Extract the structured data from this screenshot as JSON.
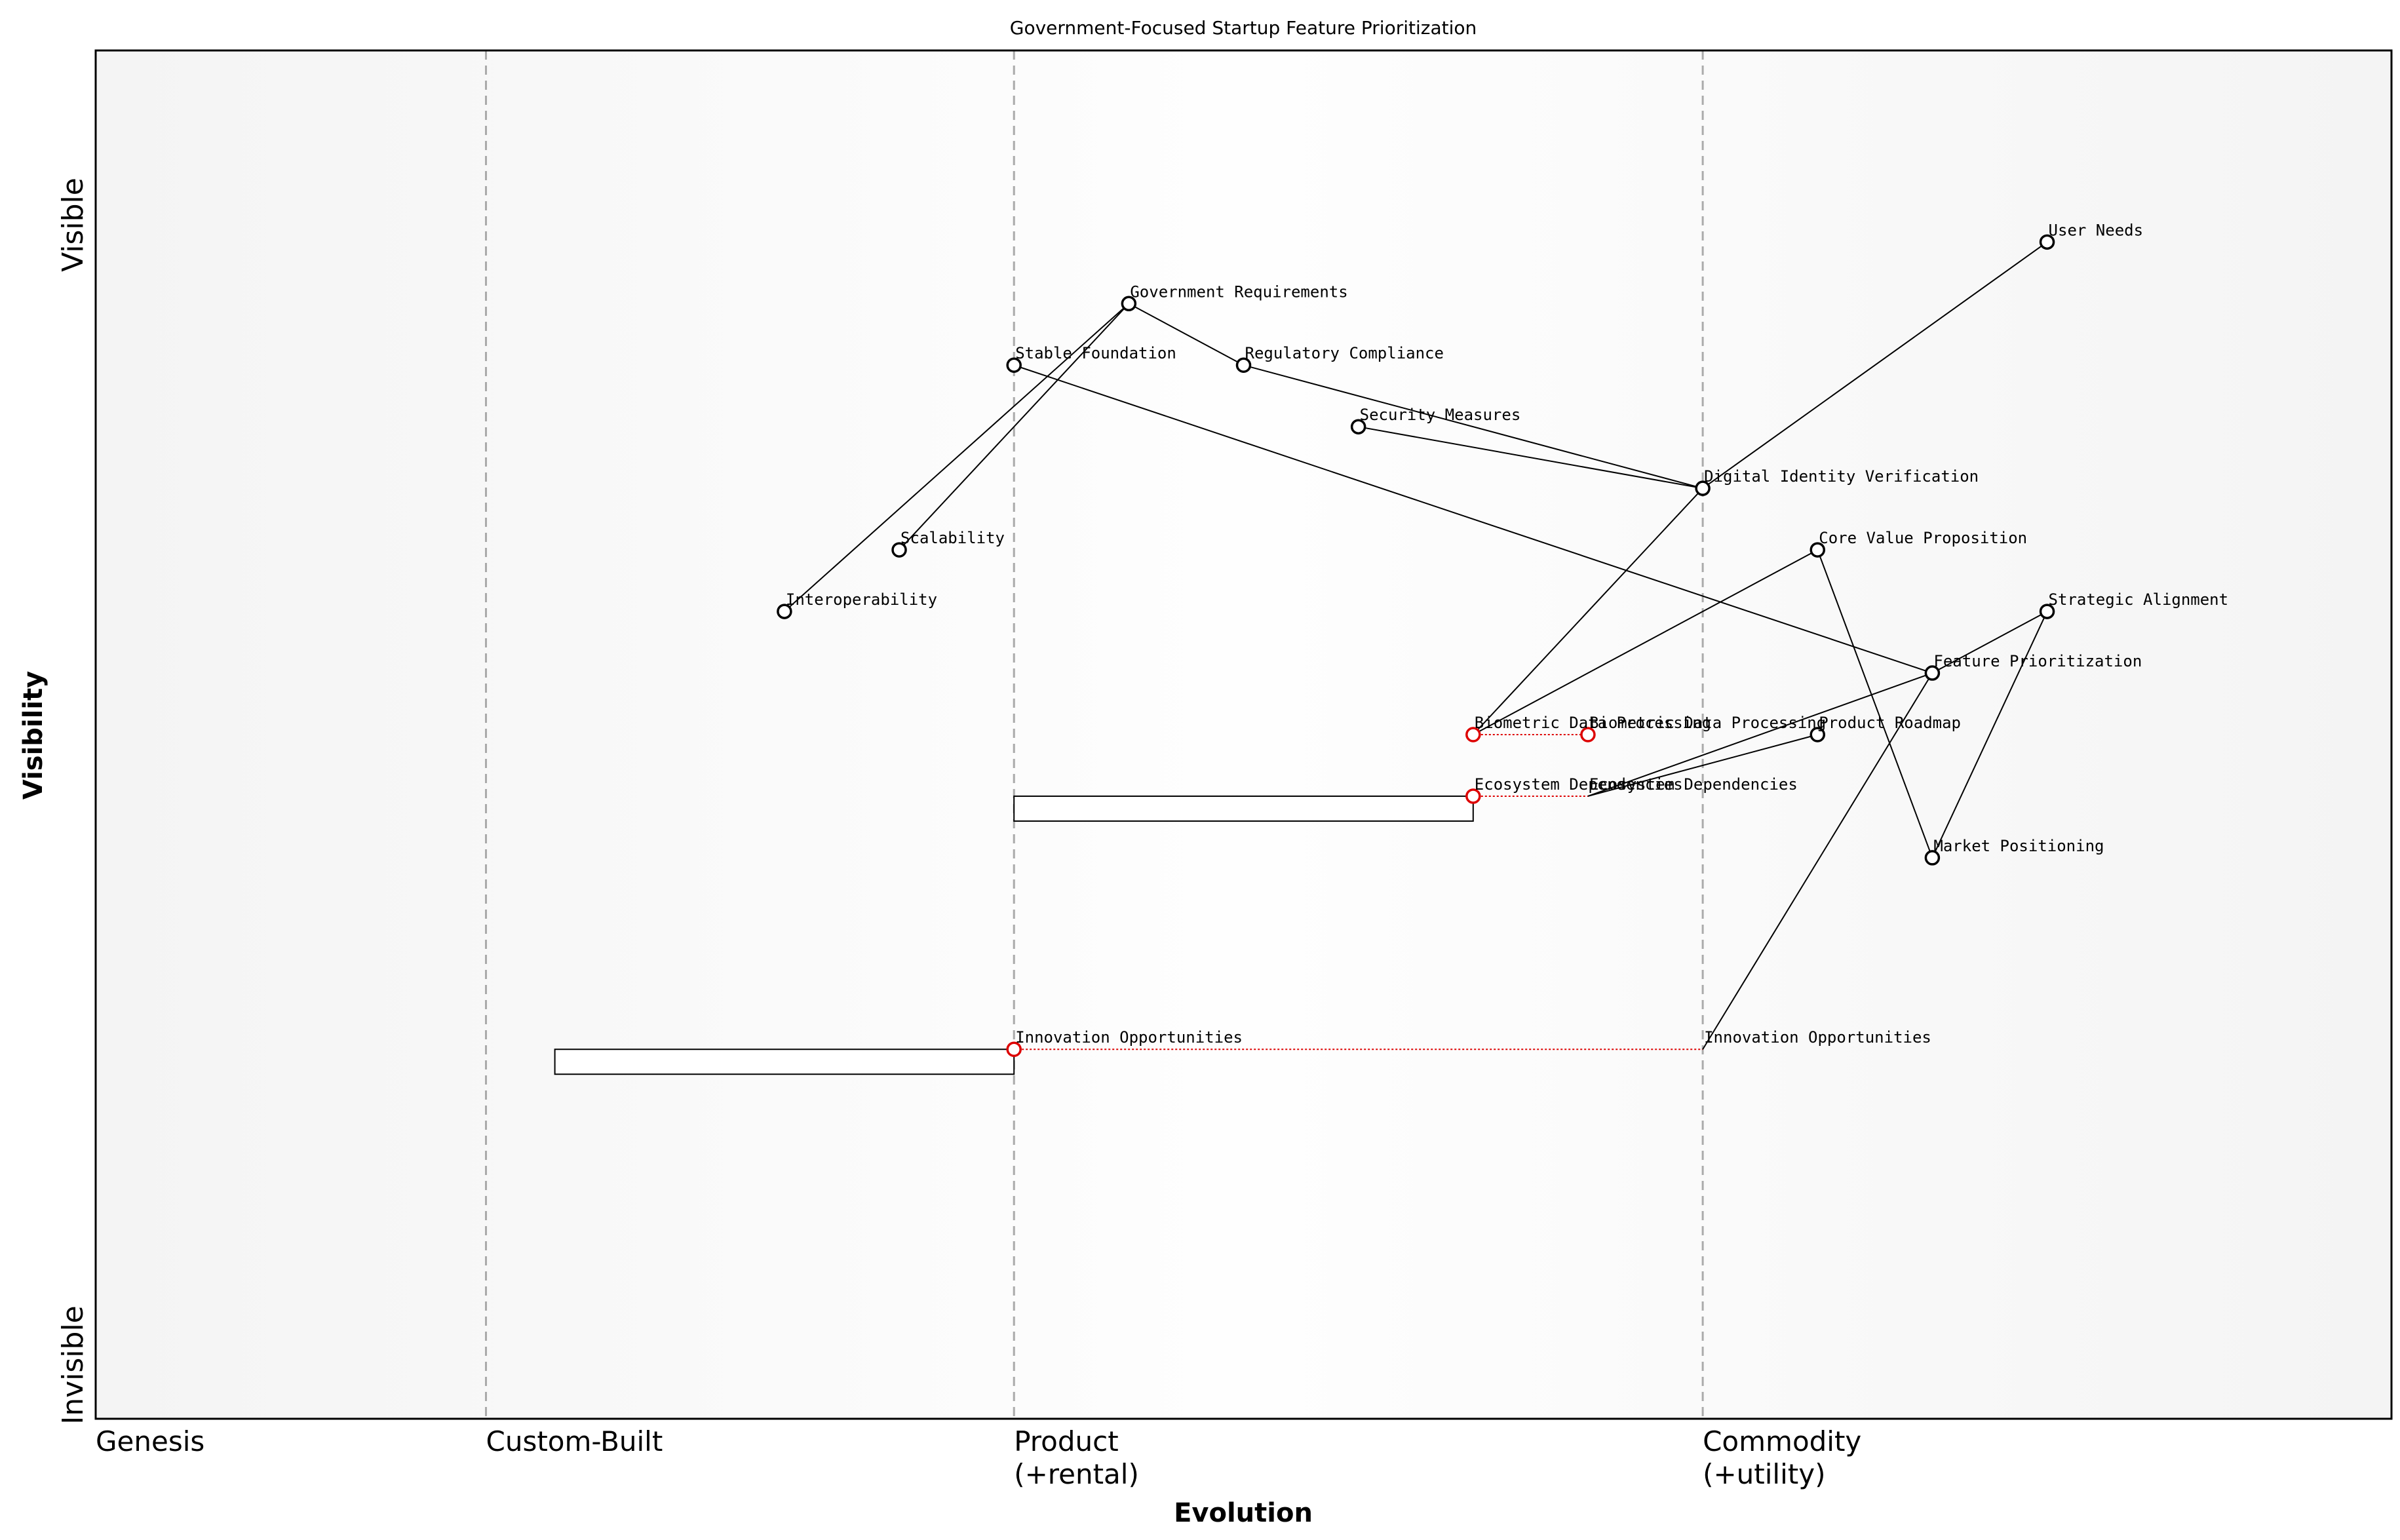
{
  "title": "Government-Focused Startup Feature Prioritization",
  "x_axis_label": "Evolution",
  "y_axis_label": "Visibility",
  "y_top_label": "Visible",
  "y_bottom_label": "Invisible",
  "stages": [
    {
      "name": "Genesis",
      "x": 0.0
    },
    {
      "name": "Custom-Built",
      "x": 0.17
    },
    {
      "name": "Product\n(+rental)",
      "x": 0.4
    },
    {
      "name": "Commodity\n(+utility)",
      "x": 0.7
    }
  ],
  "colors": {
    "frame": "#000000",
    "divider": "#aaaaaa",
    "node": "#000000",
    "evolving_node": "#dd0000",
    "evolve_line": "#dd0000",
    "background_light": "#fdfdfd",
    "background_dark": "#f4f4f4"
  },
  "chart_data": {
    "type": "wardley-map",
    "xlim": [
      0,
      1
    ],
    "ylim": [
      0,
      1
    ],
    "components": [
      {
        "name": "User Needs",
        "x": 0.85,
        "y": 0.86
      },
      {
        "name": "Government Requirements",
        "x": 0.45,
        "y": 0.815
      },
      {
        "name": "Stable Foundation",
        "x": 0.4,
        "y": 0.77
      },
      {
        "name": "Regulatory Compliance",
        "x": 0.5,
        "y": 0.77
      },
      {
        "name": "Security Measures",
        "x": 0.55,
        "y": 0.725
      },
      {
        "name": "Digital Identity Verification",
        "x": 0.7,
        "y": 0.68
      },
      {
        "name": "Scalability",
        "x": 0.35,
        "y": 0.635
      },
      {
        "name": "Core Value Proposition",
        "x": 0.75,
        "y": 0.635
      },
      {
        "name": "Interoperability",
        "x": 0.3,
        "y": 0.59
      },
      {
        "name": "Strategic Alignment",
        "x": 0.85,
        "y": 0.59
      },
      {
        "name": "Feature Prioritization",
        "x": 0.8,
        "y": 0.545
      },
      {
        "name": "Biometric Data Processing",
        "x": 0.6,
        "y": 0.5,
        "evolve_to": 0.65
      },
      {
        "name": "Product Roadmap",
        "x": 0.75,
        "y": 0.5
      },
      {
        "name": "Ecosystem Dependencies",
        "x": 0.6,
        "y": 0.455,
        "evolve_to": 0.65,
        "inertia": [
          0.4,
          0.6
        ]
      },
      {
        "name": "Market Positioning",
        "x": 0.8,
        "y": 0.41
      },
      {
        "name": "Innovation Opportunities",
        "x": 0.4,
        "y": 0.27,
        "evolve_to": 0.7,
        "inertia": [
          0.2,
          0.4
        ]
      }
    ],
    "evolved_labels": [
      {
        "name": "Biometric Data Processing",
        "x": 0.65,
        "y": 0.5
      },
      {
        "name": "Ecosystem Dependencies",
        "x": 0.65,
        "y": 0.455
      },
      {
        "name": "Innovation Opportunities",
        "x": 0.7,
        "y": 0.27
      }
    ],
    "links": [
      [
        "User Needs",
        "Digital Identity Verification"
      ],
      [
        "Digital Identity Verification",
        "Biometric Data Processing"
      ],
      [
        "Digital Identity Verification",
        "Security Measures"
      ],
      [
        "Digital Identity Verification",
        "Regulatory Compliance"
      ],
      [
        "Regulatory Compliance",
        "Government Requirements"
      ],
      [
        "Government Requirements",
        "Interoperability"
      ],
      [
        "Government Requirements",
        "Scalability"
      ],
      [
        "Stable Foundation",
        "Feature Prioritization"
      ],
      [
        "Core Value Proposition",
        "Biometric Data Processing"
      ],
      [
        "Core Value Proposition",
        "Market Positioning"
      ],
      [
        "Strategic Alignment",
        "Market Positioning"
      ],
      [
        "Strategic Alignment",
        "Feature Prioritization"
      ],
      [
        "Feature Prioritization",
        "Innovation Opportunities@evolved"
      ],
      [
        "Feature Prioritization",
        "Ecosystem Dependencies@evolved"
      ],
      [
        "Product Roadmap",
        "Ecosystem Dependencies@evolved"
      ]
    ]
  }
}
